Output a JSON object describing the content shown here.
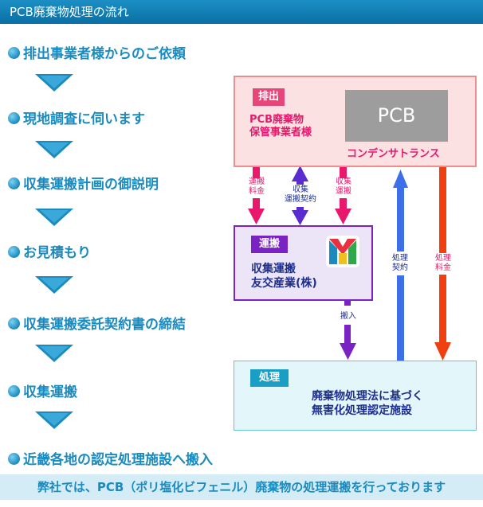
{
  "header": {
    "title": "PCB廃棄物処理の流れ"
  },
  "steps": [
    "排出事業者様からのご依頼",
    "現地調査に伺います",
    "収集運搬計画の御説明",
    "お見積もり",
    "収集運搬委託契約書の締結",
    "収集運搬",
    "近畿各地の認定処理施設へ搬入"
  ],
  "haishutsu": {
    "tag": "排出",
    "line1": "PCB廃棄物",
    "line2": "保管事業者様",
    "pcb_label": "PCB",
    "transformer": "コンデンサトランス"
  },
  "unpan": {
    "tag": "運搬",
    "line1": "収集運搬",
    "line2": "友交産業(株)"
  },
  "shori": {
    "tag": "処理",
    "line1": "廃棄物処理法に基づく",
    "line2": "無害化処理認定施設"
  },
  "flow_labels": {
    "unpan_ryokin": [
      "運搬",
      "料金"
    ],
    "shushu_keiyaku": [
      "収集",
      "運搬契約"
    ],
    "shushu_unpan": [
      "収集",
      "運搬"
    ],
    "hannyu": "搬入",
    "shori_keiyaku": [
      "処理",
      "契約"
    ],
    "shori_ryokin": [
      "処理",
      "料金"
    ]
  },
  "colors": {
    "accent": "#1a8bbf",
    "red_arrow": "#e8186d",
    "purple": "#7a22c4",
    "blue_arrow": "#3d6fe8",
    "orange_arrow": "#f04010"
  },
  "footer": {
    "text": "弊社では、PCB（ポリ塩化ビフェニル）廃棄物の処理運搬を行っております"
  }
}
